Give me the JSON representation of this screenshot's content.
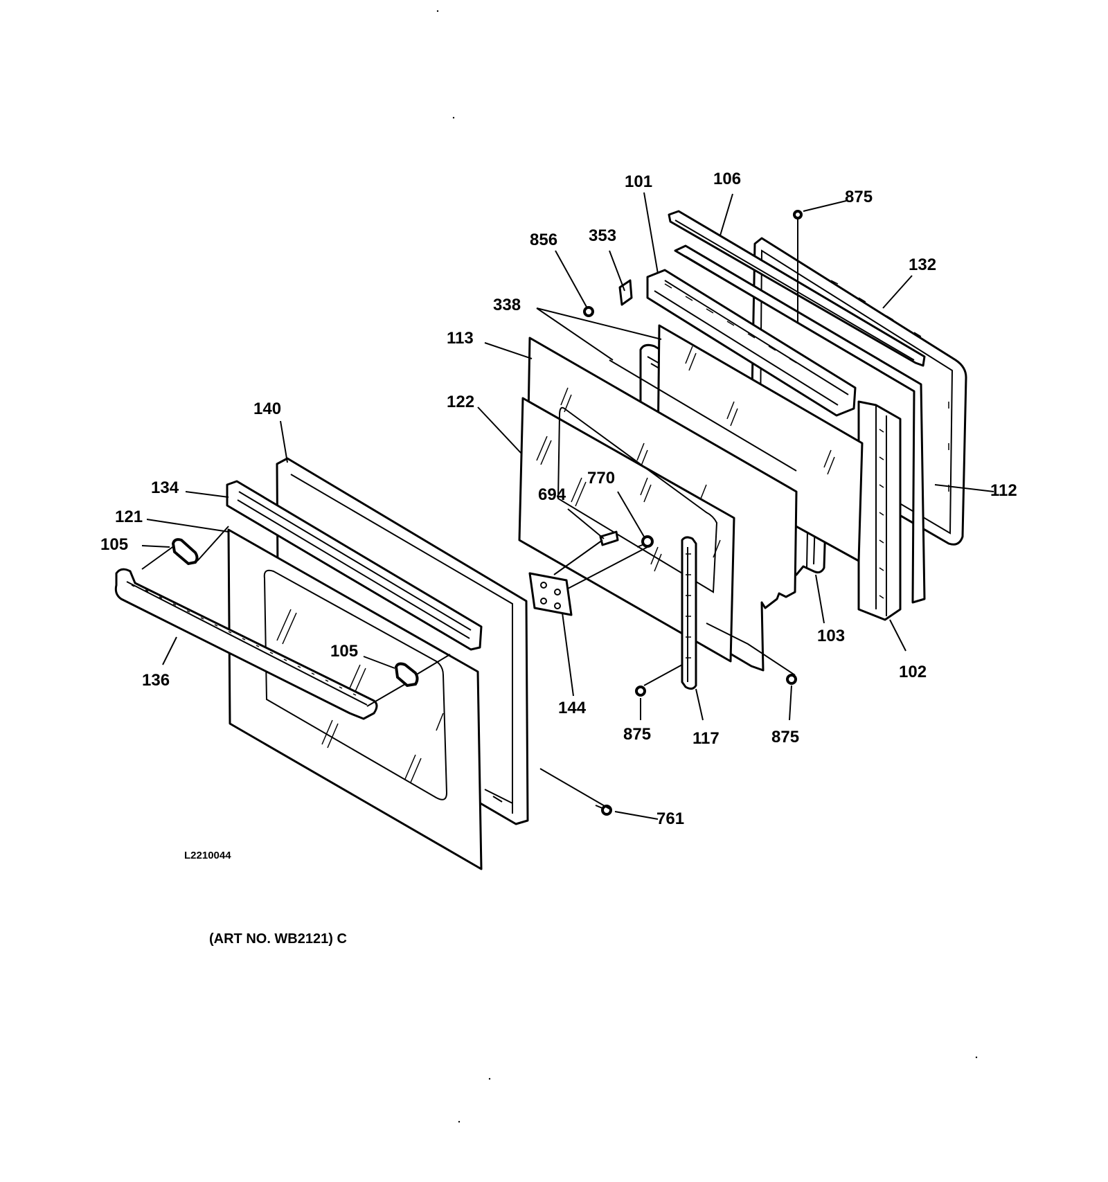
{
  "diagram": {
    "callouts": {
      "c101": "101",
      "c106": "106",
      "c875_top": "875",
      "c856": "856",
      "c353": "353",
      "c132": "132",
      "c338": "338",
      "c113": "113",
      "c122": "122",
      "c140": "140",
      "c770": "770",
      "c694": "694",
      "c112": "112",
      "c134": "134",
      "c121": "121",
      "c105_a": "105",
      "c105_b": "105",
      "c103": "103",
      "c102": "102",
      "c136": "136",
      "c144": "144",
      "c875_left": "875",
      "c117": "117",
      "c875_right": "875",
      "c761": "761"
    },
    "drawing_code": "L2210044",
    "art_number": "(ART NO. WB2121) C"
  }
}
